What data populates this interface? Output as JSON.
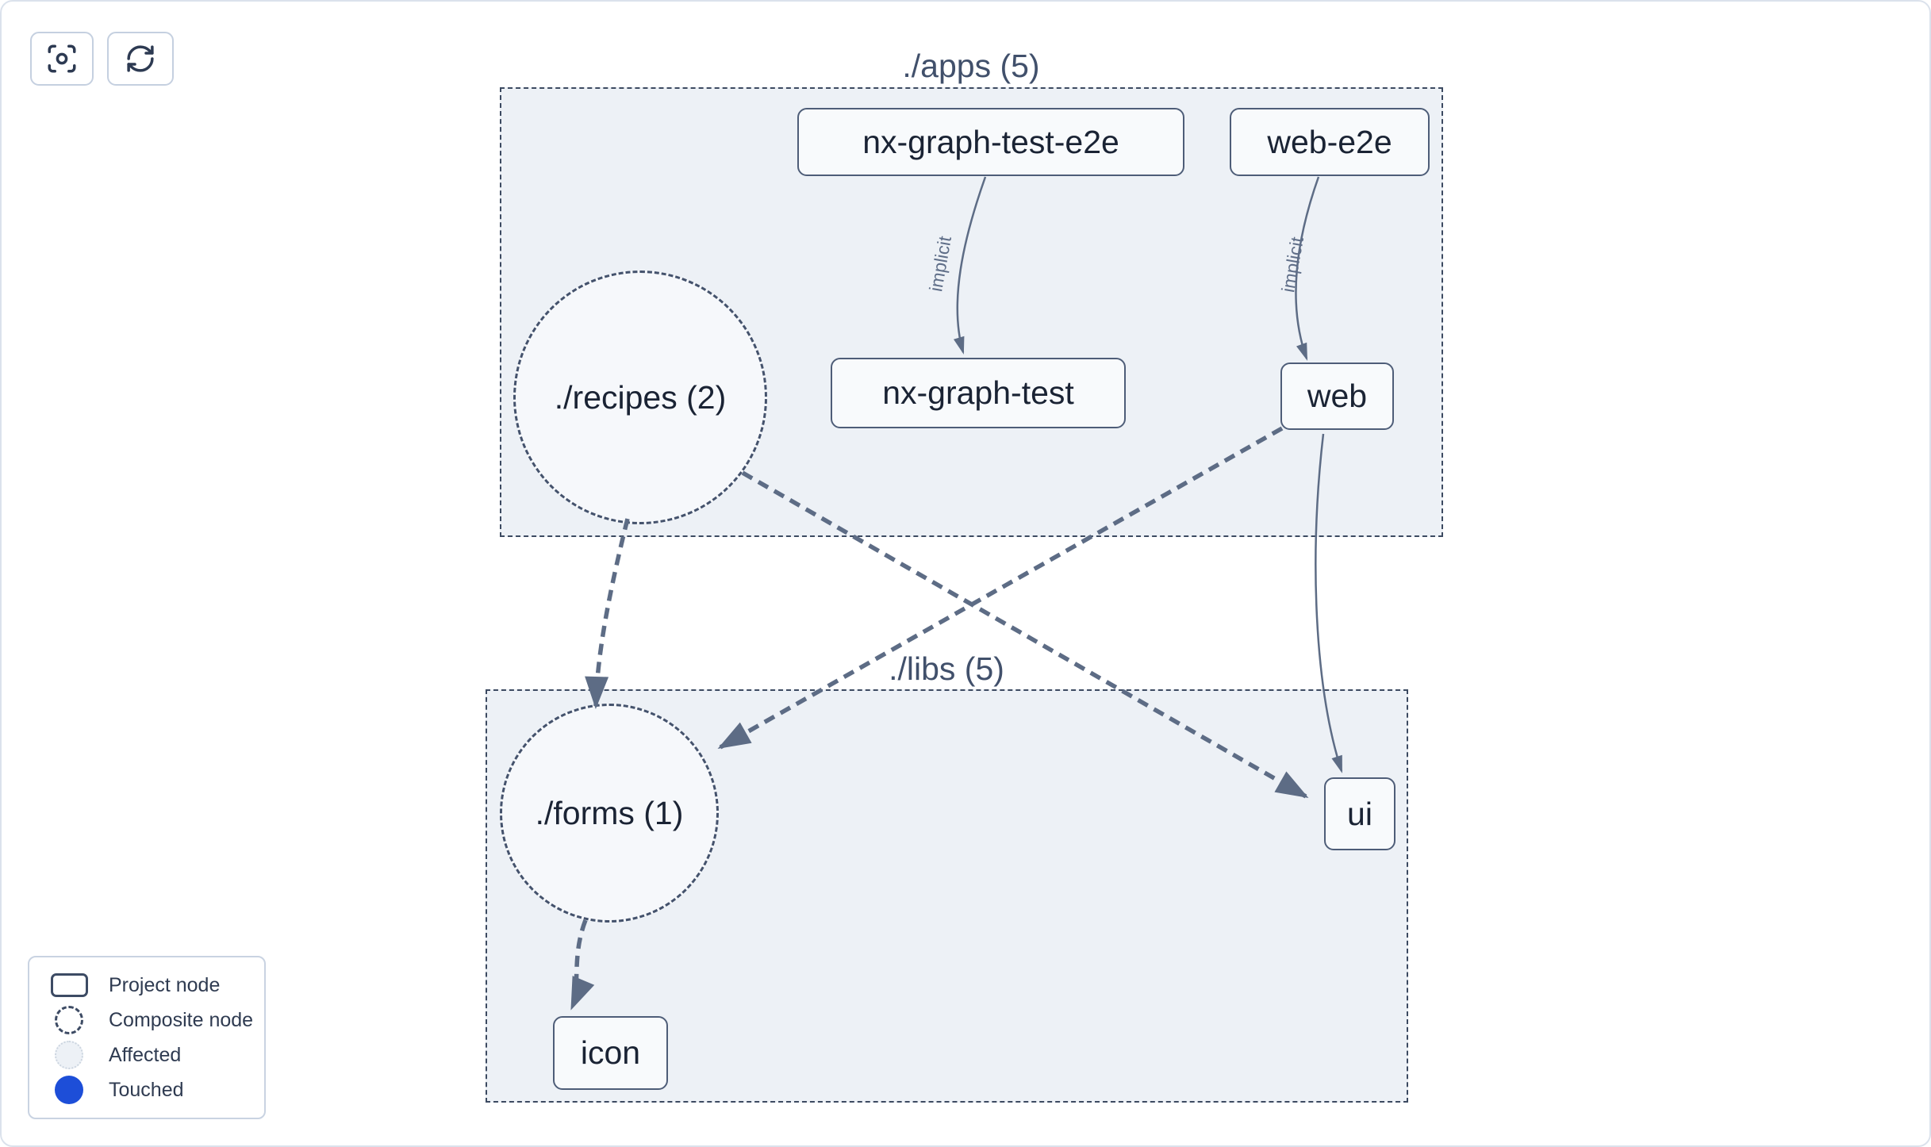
{
  "toolbar": {
    "buttons": [
      {
        "icon": "focus-icon"
      },
      {
        "icon": "refresh-icon"
      }
    ]
  },
  "groups": [
    {
      "label": "./apps (5)"
    },
    {
      "label": "./libs (5)"
    }
  ],
  "nodes": [
    {
      "label": "nx-graph-test-e2e",
      "type": "project",
      "group": "./apps (5)"
    },
    {
      "label": "web-e2e",
      "type": "project",
      "group": "./apps (5)"
    },
    {
      "label": "nx-graph-test",
      "type": "project",
      "group": "./apps (5)"
    },
    {
      "label": "web",
      "type": "project",
      "group": "./apps (5)"
    },
    {
      "label": "ui",
      "type": "project",
      "group": "./libs (5)"
    },
    {
      "label": "icon",
      "type": "project",
      "group": "./libs (5)"
    },
    {
      "label": "./recipes (2)",
      "type": "composite",
      "group": "./apps (5)"
    },
    {
      "label": "./forms (1)",
      "type": "composite",
      "group": "./libs (5)"
    }
  ],
  "edges": [
    {
      "from": "nx-graph-test-e2e",
      "to": "nx-graph-test",
      "label": "implicit",
      "style": "solid"
    },
    {
      "from": "web-e2e",
      "to": "web",
      "label": "implicit",
      "style": "solid"
    },
    {
      "from": "web",
      "to": "ui",
      "label": "",
      "style": "solid"
    },
    {
      "from": "./recipes (2)",
      "to": "./forms (1)",
      "label": "",
      "style": "dashed"
    },
    {
      "from": "./recipes (2)",
      "to": "ui",
      "label": "",
      "style": "dashed"
    },
    {
      "from": "web",
      "to": "./forms (1)",
      "label": "",
      "style": "dashed"
    },
    {
      "from": "./forms (1)",
      "to": "icon",
      "label": "",
      "style": "dashed"
    }
  ],
  "legend": {
    "items": [
      {
        "swatch": "project-node",
        "label": "Project node"
      },
      {
        "swatch": "composite-node",
        "label": "Composite node"
      },
      {
        "swatch": "affected",
        "label": "Affected"
      },
      {
        "swatch": "touched",
        "label": "Touched"
      }
    ]
  },
  "colors": {
    "touched_blue": "#1d4ed8",
    "edge_slate": "#5d6c85",
    "group_background": "#edf1f6",
    "group_border": "#3c4a61",
    "node_border": "#4e5d78",
    "canvas_border": "#dbe2ec"
  }
}
